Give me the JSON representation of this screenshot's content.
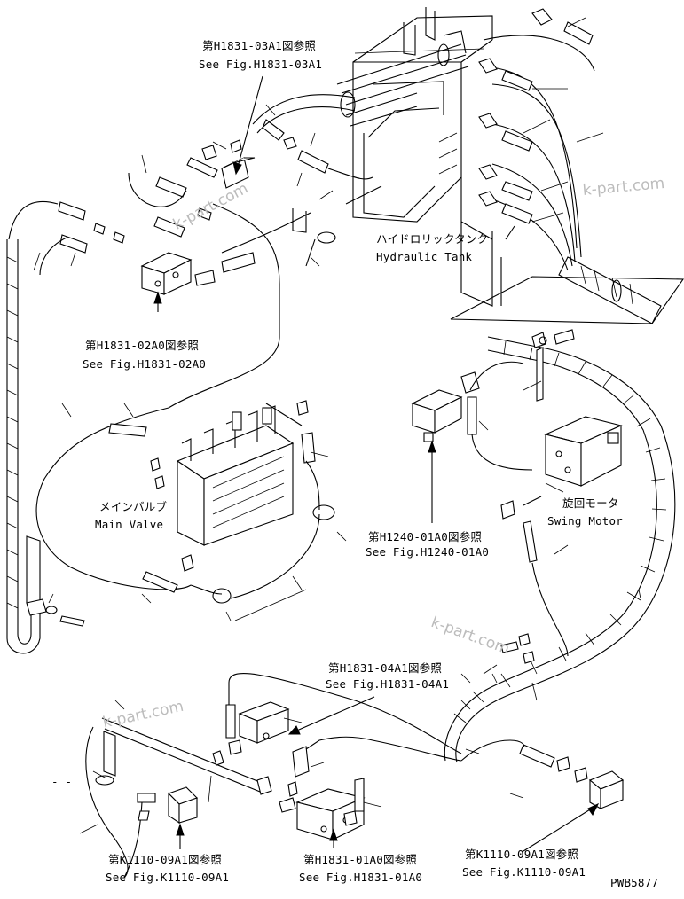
{
  "diagram": {
    "refs": {
      "h1831_03a1": {
        "jp": "第H1831-03A1図参照",
        "en": "See Fig.H1831-03A1"
      },
      "h1831_02a0": {
        "jp": "第H1831-02A0図参照",
        "en": "See Fig.H1831-02A0"
      },
      "h1240_01a0": {
        "jp": "第H1240-01A0図参照",
        "en": "See Fig.H1240-01A0"
      },
      "h1831_04a1": {
        "jp": "第H1831-04A1図参照",
        "en": "See Fig.H1831-04A1"
      },
      "k1110_09a1_left": {
        "jp": "第K1110-09A1図参照",
        "en": "See Fig.K1110-09A1"
      },
      "h1831_01a0": {
        "jp": "第H1831-01A0図参照",
        "en": "See Fig.H1831-01A0"
      },
      "k1110_09a1_right": {
        "jp": "第K1110-09A1図参照",
        "en": "See Fig.K1110-09A1"
      }
    },
    "components": {
      "hydraulic_tank": {
        "jp": "ハイドロリックタンク",
        "en": "Hydraulic Tank"
      },
      "main_valve": {
        "jp": "メインバルブ",
        "en": "Main Valve"
      },
      "swing_motor": {
        "jp": "旋回モータ",
        "en": "Swing Motor"
      }
    },
    "watermarks": [
      "k-part.com",
      "k-part.com",
      "k-part.com",
      "k-part.com"
    ],
    "dash_marks": [
      "- -",
      "- -"
    ],
    "drawing_number": "PWB5877"
  }
}
